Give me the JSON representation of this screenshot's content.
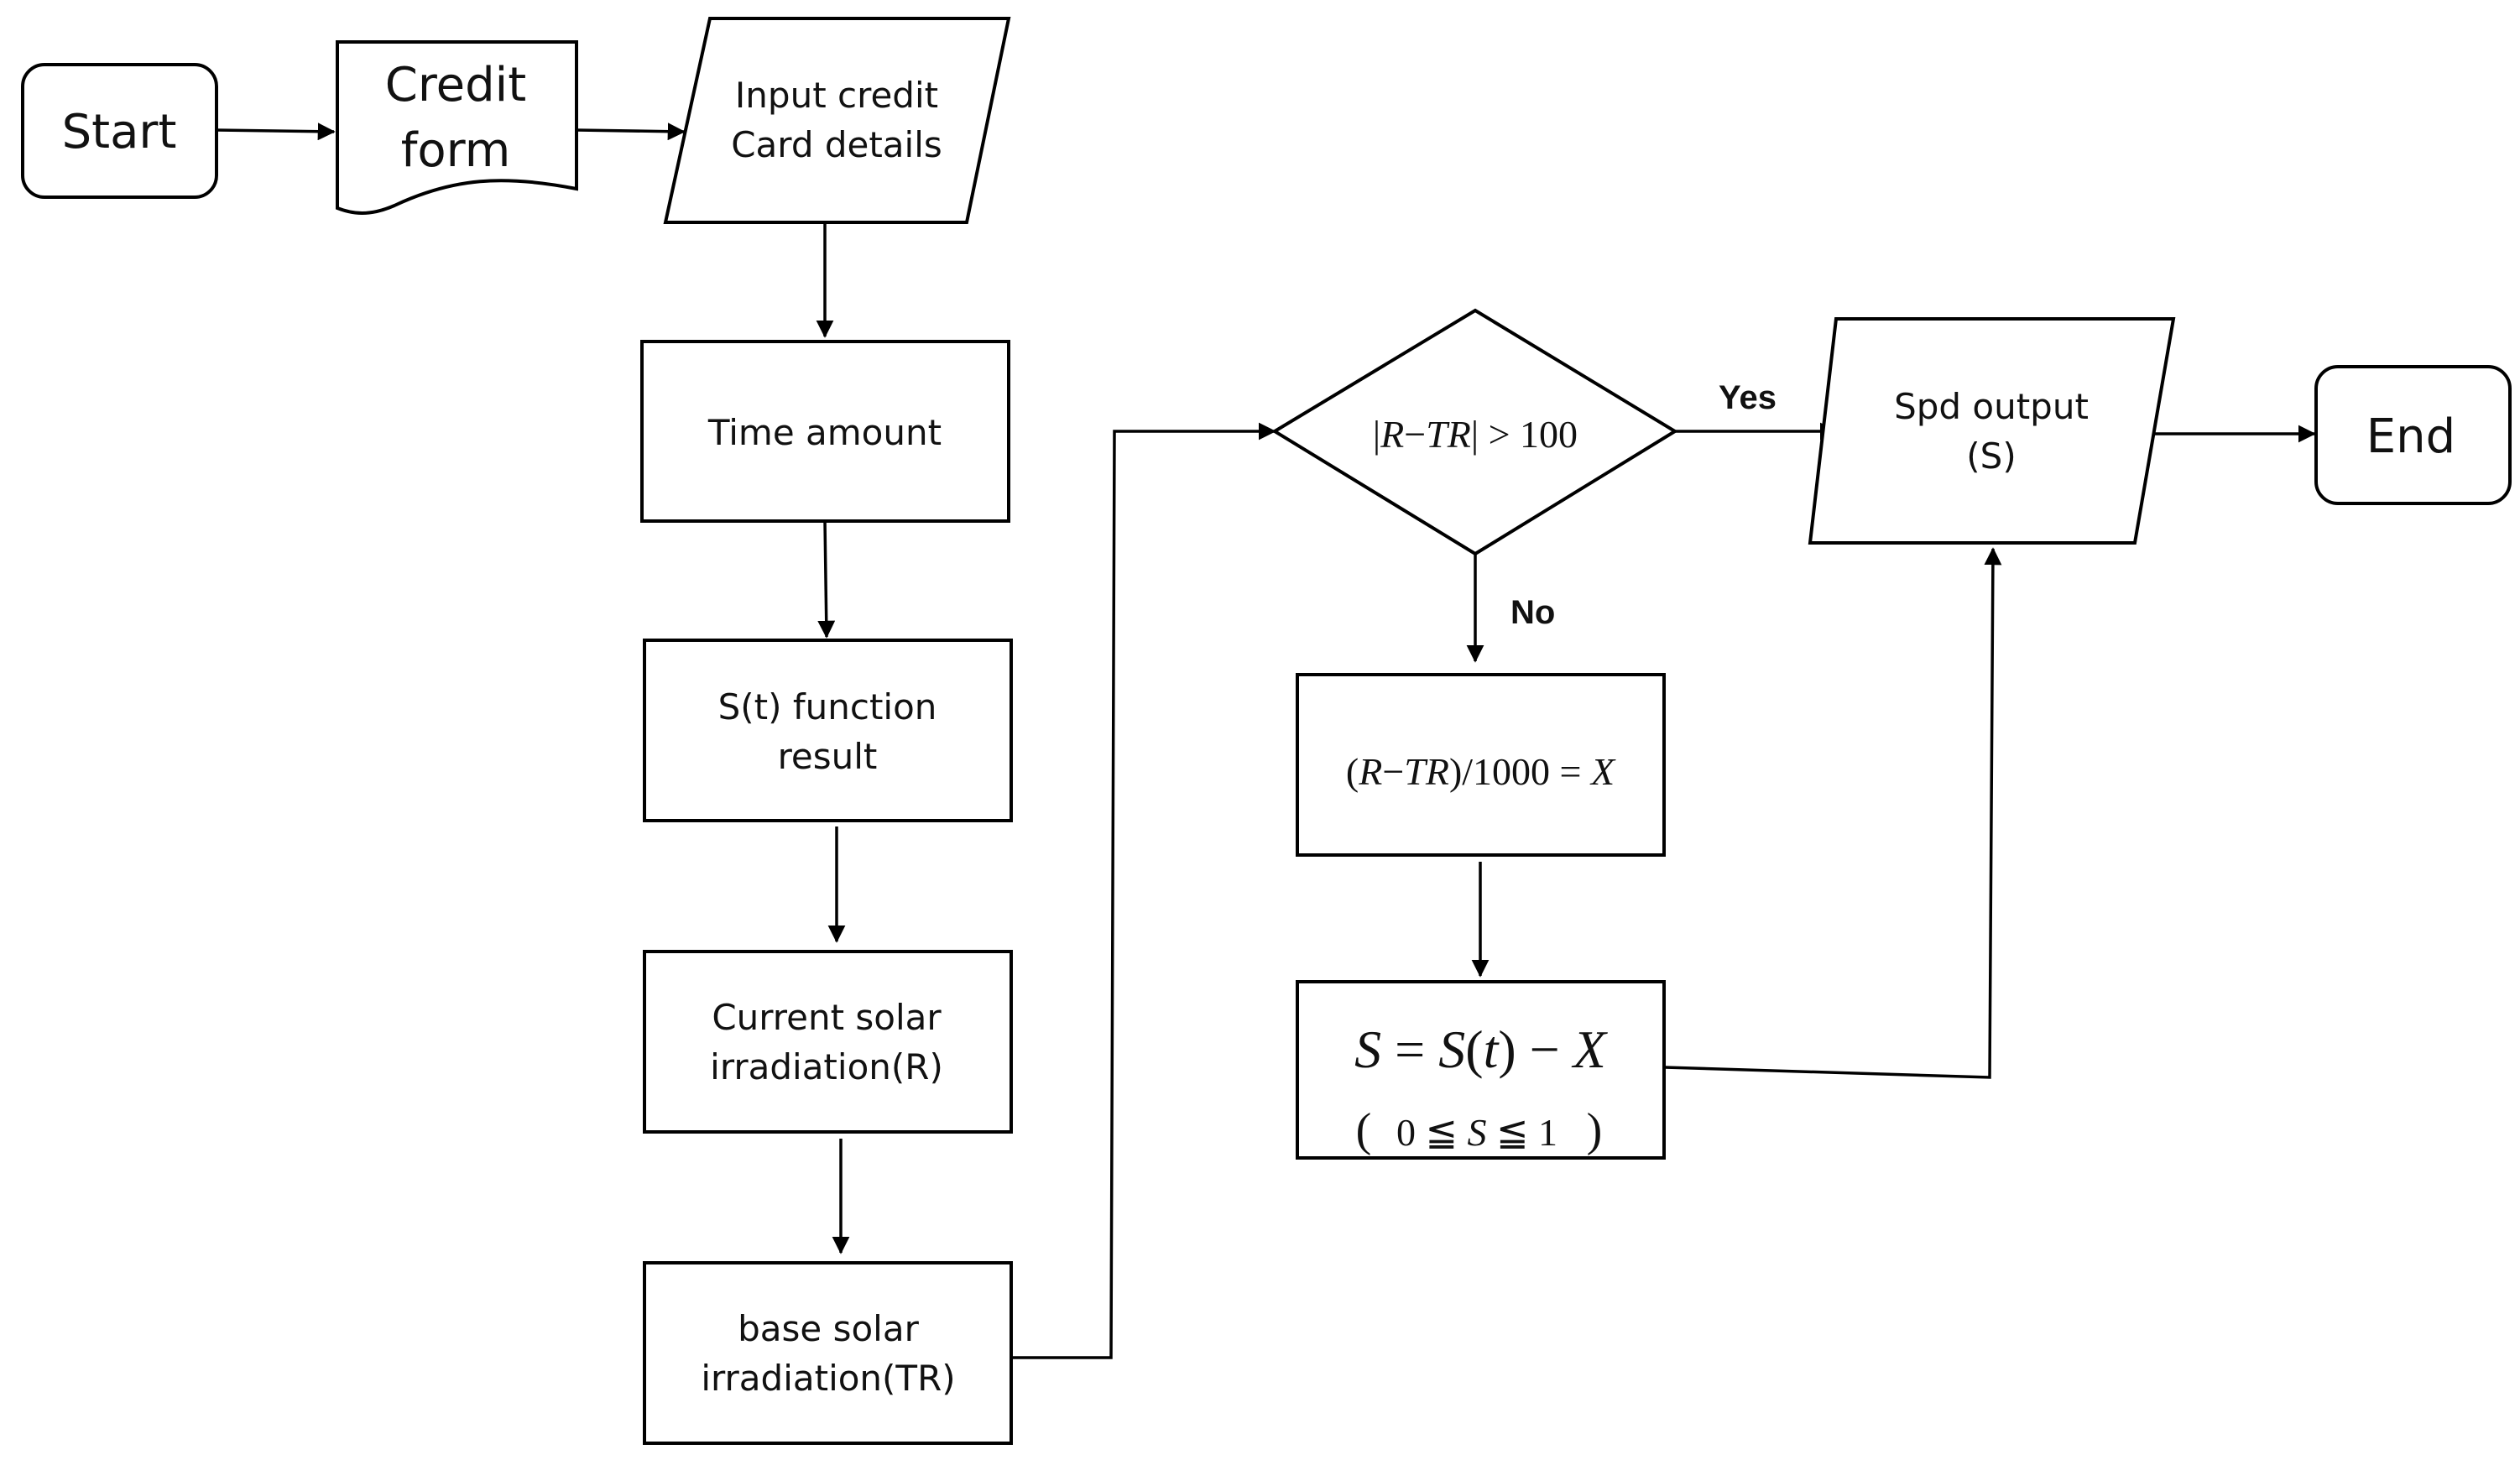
{
  "nodes": {
    "start": {
      "label": "Start"
    },
    "credit_form": {
      "line1": "Credit",
      "line2": "form"
    },
    "input_card": {
      "line1": "Input credit",
      "line2": "Card details"
    },
    "time_amount": {
      "label": "Time amount"
    },
    "st_function": {
      "line1": "S(t) function",
      "line2": "result"
    },
    "current_solar": {
      "line1": "Current solar",
      "line2": "irradiation(R)"
    },
    "base_solar": {
      "line1": "base solar",
      "line2": "irradiation(TR)"
    },
    "decision": {
      "bar_left": "|",
      "r": "R",
      "minus": "−",
      "tr": "TR",
      "bar_right": "|",
      "op": " > 100"
    },
    "compute_x": {
      "open": "(",
      "r": "R",
      "minus": "−",
      "tr": "TR",
      "rest": ")/1000 = ",
      "x": "X"
    },
    "compute_s": {
      "s1": "S",
      "eq": " = ",
      "s2": "S",
      "open": "(",
      "t": "t",
      "close": ")",
      "minus": " − ",
      "x": "X",
      "range_open": "(",
      "range_lo": "0 ≦ ",
      "range_s": "S",
      "range_hi": " ≦ 1",
      "range_close": ")"
    },
    "spd_output": {
      "line1": "Spd output",
      "line2": "(S)"
    },
    "end": {
      "label": "End"
    }
  },
  "edges": {
    "yes_label": "Yes",
    "no_label": "No"
  },
  "colors": {
    "stroke": "#000000",
    "fill": "#ffffff",
    "text": "#111111"
  }
}
